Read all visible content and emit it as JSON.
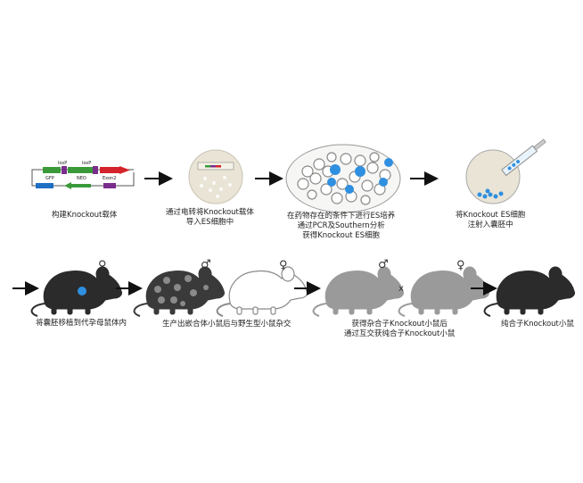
{
  "vector": {
    "labels": [
      "loxP",
      "loxP",
      "GFP",
      "NEO",
      "Exon2"
    ],
    "colors": {
      "blue": "#1f6fc4",
      "green": "#3a9a3a",
      "purple": "#7a2e8c",
      "red": "#d4232a"
    }
  },
  "captions": {
    "step1": "构建Knockout载体",
    "step2": [
      "通过电转将Knockout载体",
      "导入ES细胞中"
    ],
    "step3": [
      "在药物存在的条件下进行ES培养",
      "通过PCR及Southern分析",
      "获得Knockout ES细胞"
    ],
    "step4": [
      "将Knockout ES细胞",
      "注射入囊胚中"
    ],
    "step5": "将囊胚移植到代孕母鼠体内",
    "step6": "生产出嵌合体小鼠后与野生型小鼠杂交",
    "step7": [
      "获得杂合子Knockout小鼠后",
      "通过互交获纯合子Knockout小鼠"
    ],
    "step8": "纯合子Knockout小鼠"
  },
  "symbols": {
    "female": "♀",
    "male": "♂",
    "cross": "x"
  },
  "colors": {
    "es_cell_blue": "#2f8fe0",
    "mouse_dark": "#2b2b2b",
    "mouse_gray": "#9a9a9a",
    "dish": "#e9e4d6"
  }
}
